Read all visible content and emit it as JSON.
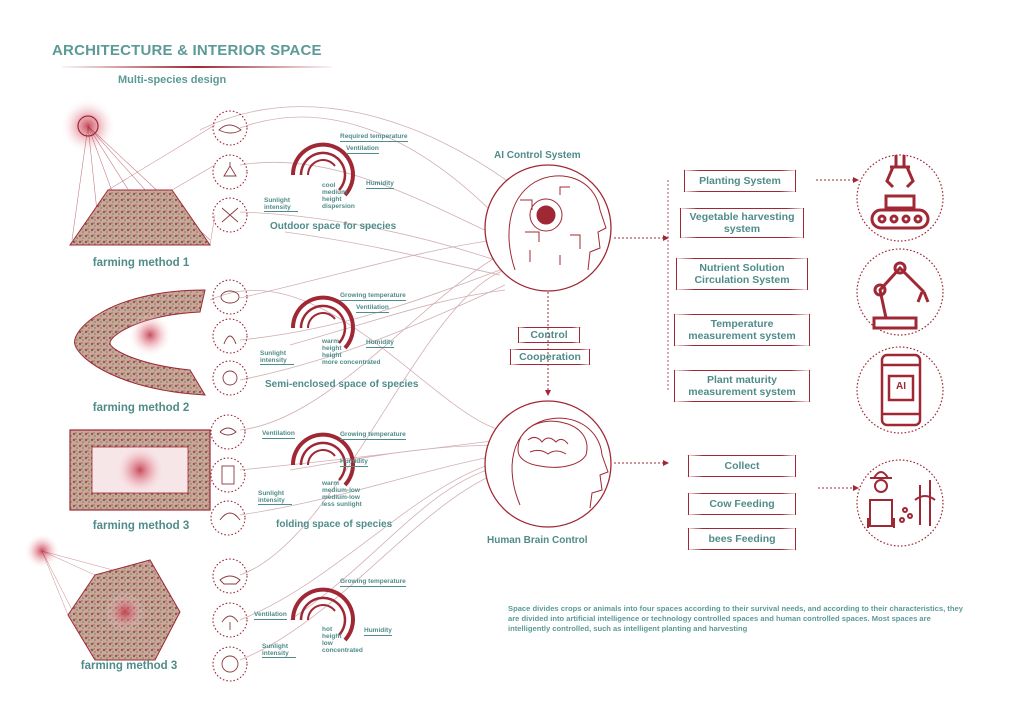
{
  "header": {
    "title": "ARCHITECTURE & INTERIOR SPACE",
    "subtitle": "Multi-species design"
  },
  "methods": [
    {
      "label": "farming method 1"
    },
    {
      "label": "farming method 2"
    },
    {
      "label": "farming method 3"
    },
    {
      "label": "farming method 3"
    }
  ],
  "spaces": [
    {
      "name": "Outdoor space for species",
      "top_labels": [
        "Required temperature",
        "Ventilation",
        "Humidity"
      ],
      "left_label": "Sunlight intensity",
      "inner_lines": [
        "cool",
        "medium",
        "height",
        "dispersion"
      ]
    },
    {
      "name": "Semi-enclosed space of species",
      "top_labels": [
        "Growing temperature",
        "Ventilation",
        "Humidity"
      ],
      "left_label": "Sunlight intensity",
      "inner_lines": [
        "warm",
        "height",
        "height",
        "more concentrated"
      ]
    },
    {
      "name": "folding space of species",
      "top_labels": [
        "Ventilation",
        "Growing temperature",
        "Humidity"
      ],
      "left_label": "Sunlight intensity",
      "inner_lines": [
        "warm",
        "medium-low",
        "medium-low",
        "less sunlight"
      ]
    },
    {
      "name": "",
      "top_labels": [
        "Growing temperature",
        "Ventilation",
        "Humidity"
      ],
      "left_label": "Sunlight intensity",
      "inner_lines": [
        "hot",
        "height",
        "low",
        "concentrated"
      ]
    }
  ],
  "ai": {
    "title": "AI Control System",
    "systems": [
      "Planting System",
      "Vegetable harvesting system",
      "Nutrient Solution Circulation System",
      "Temperature measurement system",
      "Plant maturity measurement system"
    ]
  },
  "links": {
    "control": "Control",
    "cooperation": "Cooperation"
  },
  "human": {
    "title": "Human Brain Control",
    "systems": [
      "Collect",
      "Cow Feeding",
      "bees Feeding"
    ]
  },
  "icons": {
    "ai_chip_text": "AI"
  },
  "description": "Space divides crops or animals into four spaces according to their survival needs, and according to their characteristics, they are divided into artificial intelligence or technology controlled spaces and human controlled spaces. Most spaces are intelligently controlled, such as intelligent planting and harvesting",
  "colors": {
    "accent": "#a02835",
    "text": "#4f8c8a"
  }
}
